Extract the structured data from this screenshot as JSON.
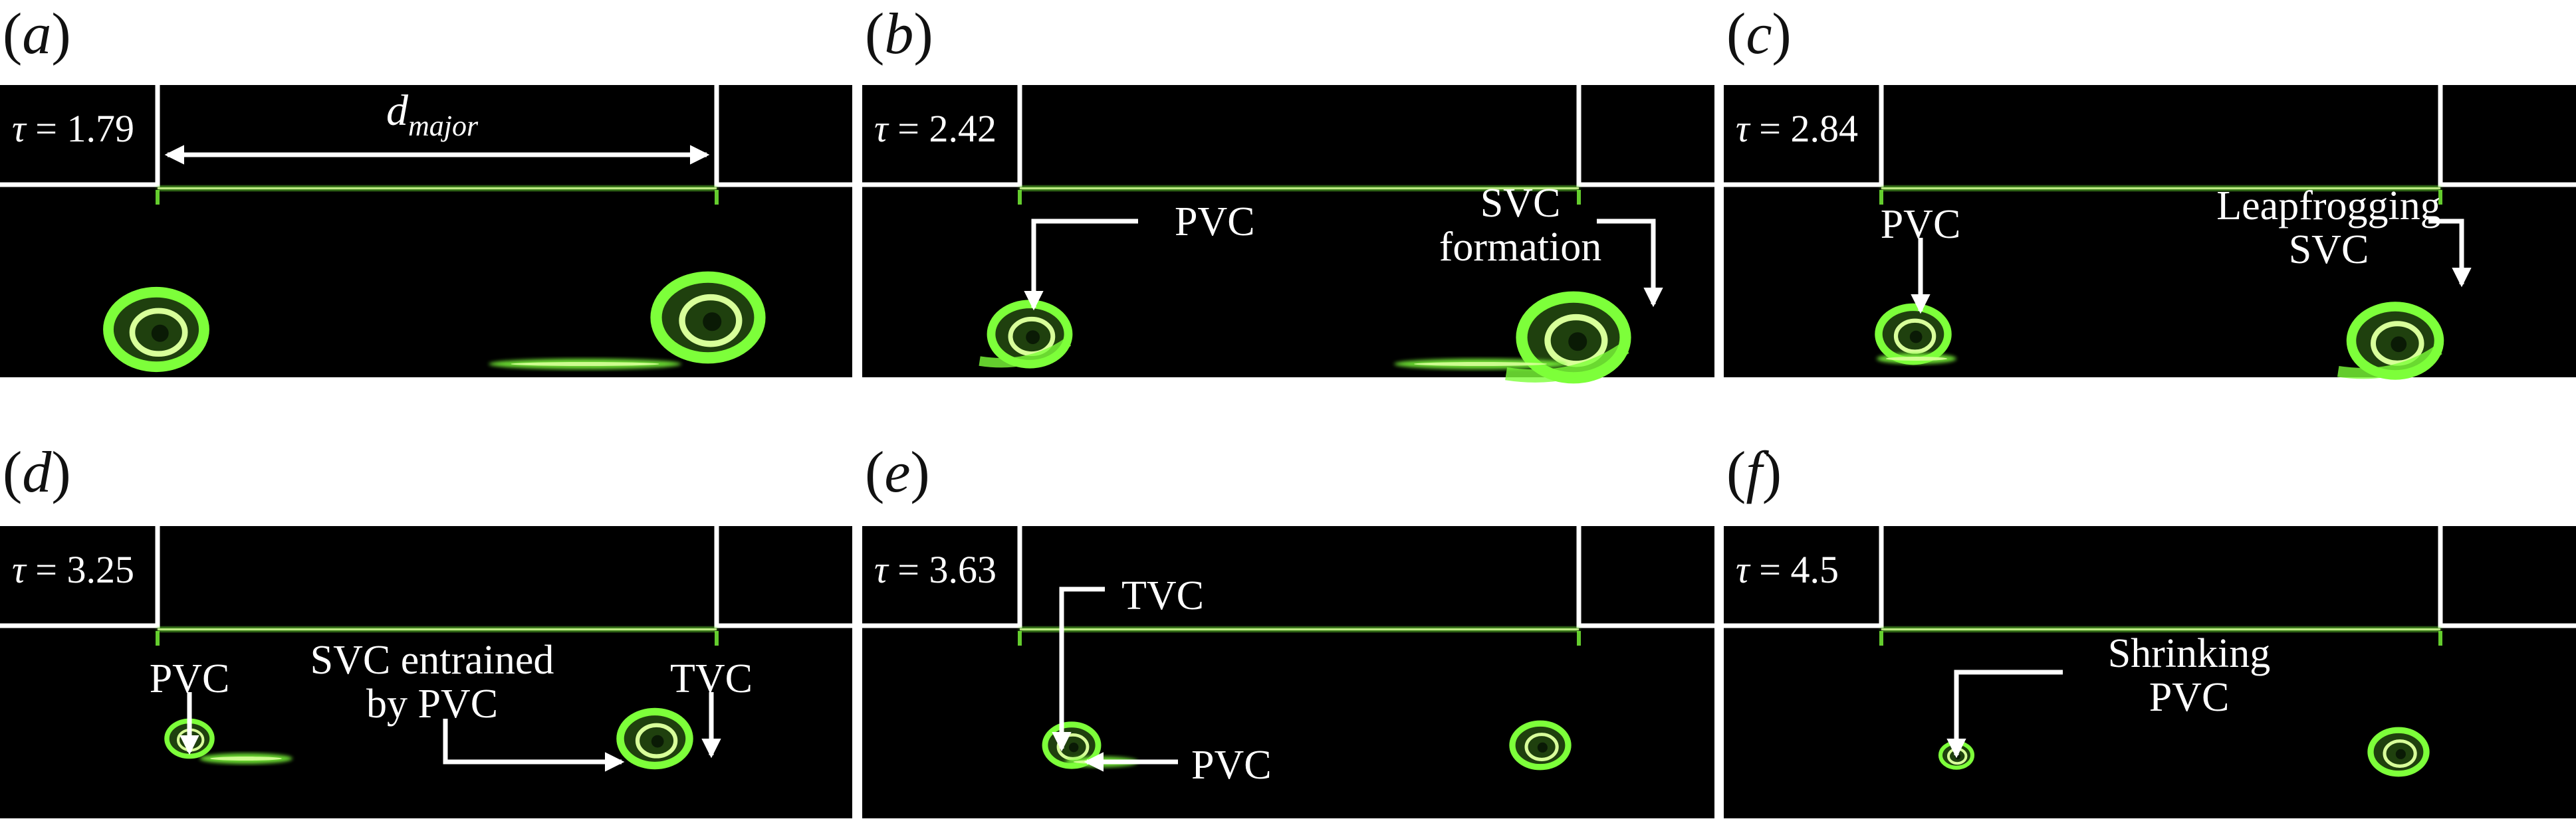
{
  "panels": [
    {
      "label": "a",
      "tau": "1.79",
      "annotations": [
        {
          "id": "d-major",
          "text": "d",
          "sub": "major"
        }
      ]
    },
    {
      "label": "b",
      "tau": "2.42",
      "annotations": [
        {
          "id": "pvc",
          "lines": [
            "PVC"
          ]
        },
        {
          "id": "svc",
          "lines": [
            "SVC",
            "formation"
          ]
        }
      ]
    },
    {
      "label": "c",
      "tau": "2.84",
      "annotations": [
        {
          "id": "pvc",
          "lines": [
            "PVC"
          ]
        },
        {
          "id": "svc",
          "lines": [
            "Leapfrogging",
            "SVC"
          ]
        }
      ]
    },
    {
      "label": "d",
      "tau": "3.25",
      "annotations": [
        {
          "id": "pvc",
          "lines": [
            "PVC"
          ]
        },
        {
          "id": "svc",
          "lines": [
            "SVC entrained",
            "by PVC"
          ]
        },
        {
          "id": "tvc",
          "lines": [
            "TVC"
          ]
        }
      ]
    },
    {
      "label": "e",
      "tau": "3.63",
      "annotations": [
        {
          "id": "tvc",
          "lines": [
            "TVC"
          ]
        },
        {
          "id": "pvc",
          "lines": [
            "PVC"
          ]
        }
      ]
    },
    {
      "label": "f",
      "tau": "4.5",
      "annotations": [
        {
          "id": "pvc",
          "lines": [
            "Shrinking",
            "PVC"
          ]
        }
      ]
    }
  ],
  "colors": {
    "background": "#000000",
    "dye": "#7dff3a",
    "dye_core": "#d8ff9a",
    "annotation": "#ffffff"
  }
}
